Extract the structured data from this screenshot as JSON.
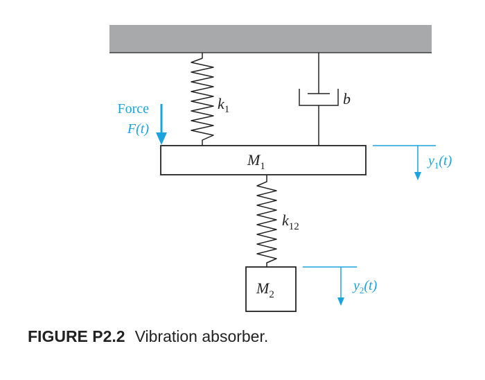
{
  "labels": {
    "force": "Force",
    "force_fn": "F(t)",
    "k1": "k",
    "k1_sub": "1",
    "b": "b",
    "m1": "M",
    "m1_sub": "1",
    "k12": "k",
    "k12_sub": "12",
    "m2": "M",
    "m2_sub": "2",
    "y1": "y",
    "y1_sub": "1",
    "y1_arg": "(t)",
    "y2": "y",
    "y2_sub": "2",
    "y2_arg": "(t)"
  },
  "caption": {
    "number": "FIGURE P2.2",
    "text": "Vibration absorber."
  },
  "colors": {
    "ink": "#222222",
    "accent": "#1aa3dd",
    "ground": "#a8a9ab"
  }
}
